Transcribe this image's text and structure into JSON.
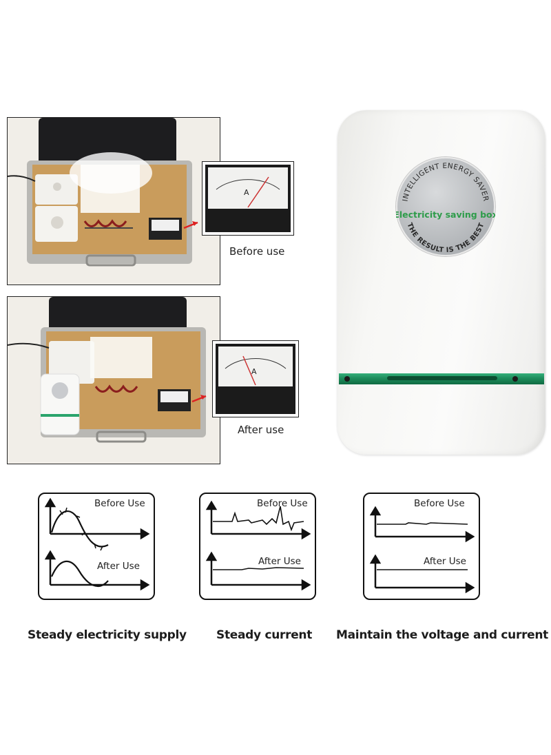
{
  "photos": [
    {
      "caption": "Before use"
    },
    {
      "caption": "After use"
    }
  ],
  "device": {
    "badge_top": "INTELLIGENT ENERGY SAVER",
    "badge_middle": "Electricity saving box",
    "badge_bottom": "THE RESULT IS THE BEST",
    "colors": {
      "strip": "#1e8c5c",
      "badge": "#b9bcbf",
      "badge_text": "#2e9c4a"
    }
  },
  "charts": [
    {
      "top_label": "Before Use",
      "bottom_label": "After Use",
      "caption": "Steady electricity supply"
    },
    {
      "top_label": "Before Use",
      "bottom_label": "After Use",
      "caption": "Steady current"
    },
    {
      "top_label": "Before Use",
      "bottom_label": "After Use",
      "caption": "Maintain the voltage and current"
    }
  ],
  "meter": {
    "unit": "A"
  }
}
